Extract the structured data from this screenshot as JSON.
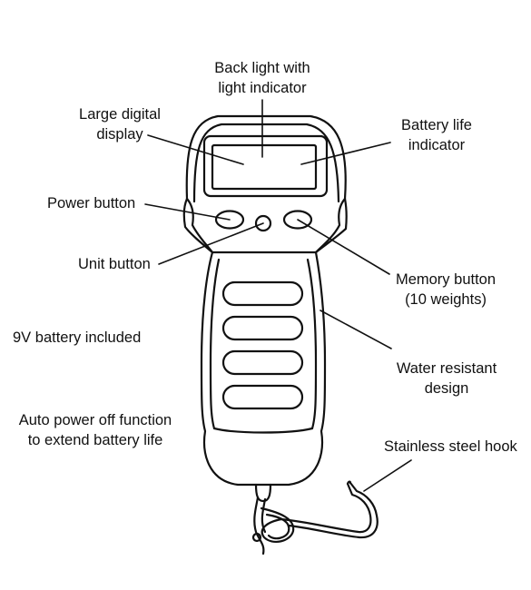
{
  "callouts": {
    "back_light": [
      "Back light with",
      "light indicator"
    ],
    "large_display": [
      "Large digital",
      "display"
    ],
    "battery_indicator": [
      "Battery life",
      "indicator"
    ],
    "power_button": [
      "Power button"
    ],
    "unit_button": [
      "Unit button"
    ],
    "memory_button": [
      "Memory button",
      "(10 weights)"
    ],
    "battery_included": [
      "9V battery included"
    ],
    "water_resistant": [
      "Water resistant",
      "design"
    ],
    "auto_power_off": [
      "Auto power off function",
      "to extend battery life"
    ],
    "steel_hook": [
      "Stainless steel hook"
    ]
  },
  "style": {
    "ink": "#111111",
    "background": "#ffffff"
  }
}
